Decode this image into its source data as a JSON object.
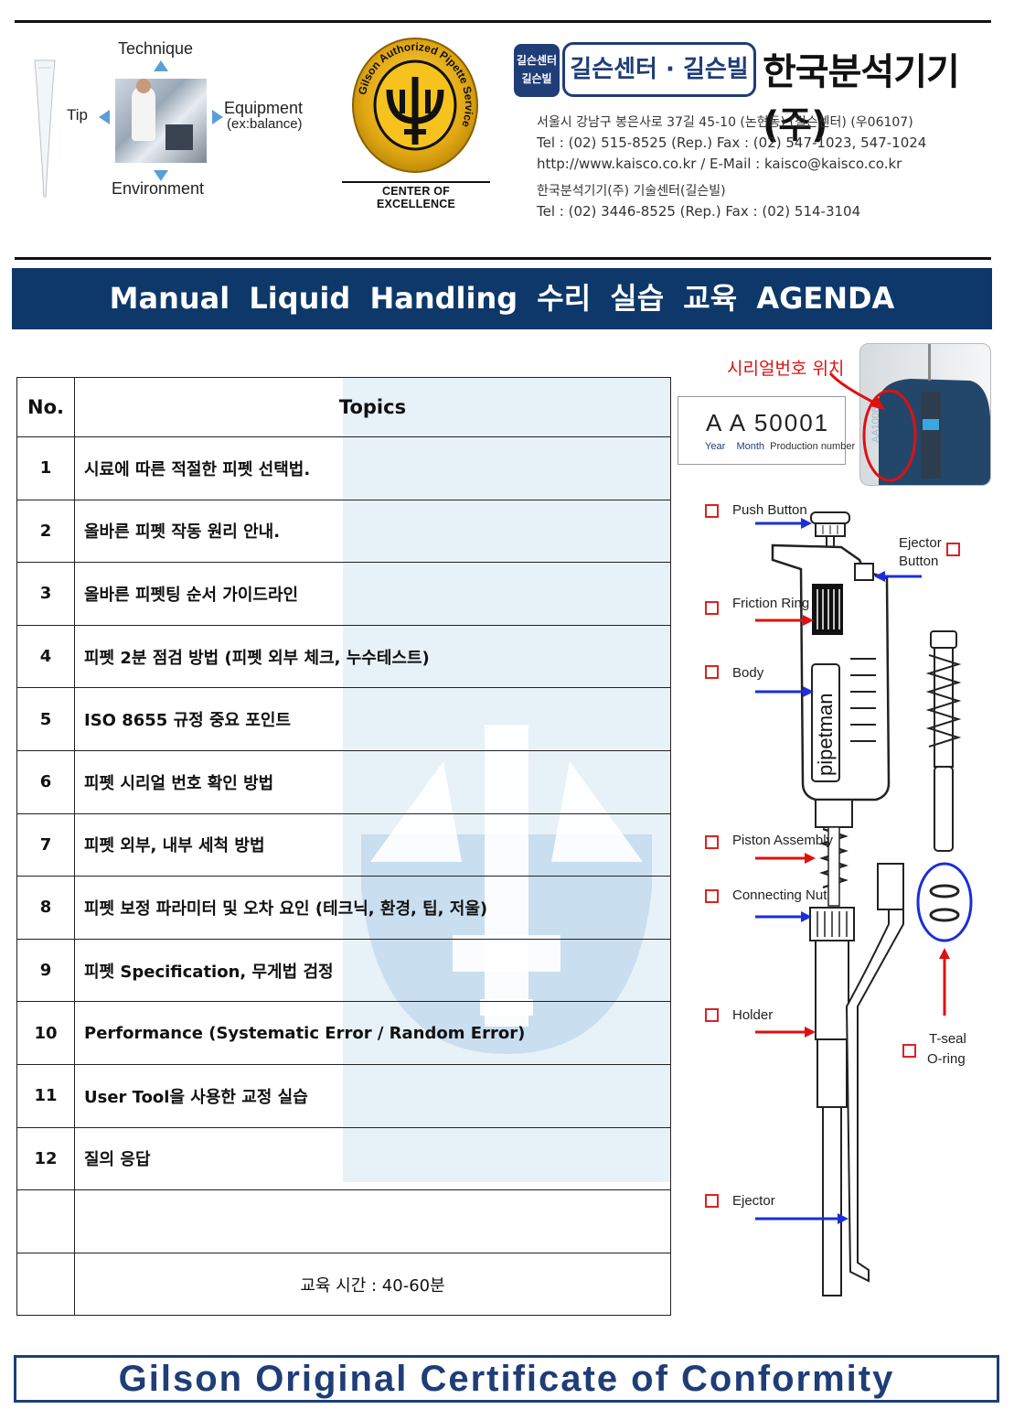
{
  "header": {
    "diagram": {
      "top": "Technique",
      "left": "Tip",
      "right_line1": "Equipment",
      "right_line2": "(ex:balance)",
      "bottom": "Environment"
    },
    "seal": {
      "caption": "CENTER OF EXCELLENCE",
      "ring_text": "Gilson Authorized Pipette Service"
    },
    "company": {
      "badge_line1": "길슨센터",
      "badge_line2": "길슨빌",
      "logo_text": "길슨센터 · 길슨빌",
      "name": "한국분석기기(주)",
      "address": "서울시 강남구 봉은사로 37길 45-10 (논현동) (길슨센터) (우06107)",
      "tel": "Tel  : (02) 515-8525 (Rep.)   Fax : (02) 547-1023, 547-1024",
      "web": "http://www.kaisco.co.kr  /  E-Mail : kaisco@kaisco.co.kr",
      "tech_center": "한국분석기기(주) 기술센터(길슨빌)",
      "tech_tel": "Tel : (02) 3446-8525 (Rep.)   Fax : (02) 514-3104"
    }
  },
  "banner": {
    "title": "Manual  Liquid  Handling  수리  실습  교육  AGENDA"
  },
  "table": {
    "header_no": "No.",
    "header_topics": "Topics",
    "rows": [
      {
        "no": "1",
        "topic": "시료에 따른 적절한 피펫 선택법."
      },
      {
        "no": "2",
        "topic": "올바른 피펫 작동 원리 안내."
      },
      {
        "no": "3",
        "topic": "올바른 피펫팅 순서 가이드라인"
      },
      {
        "no": "4",
        "topic": "피펫 2분 점검 방법 (피펫 외부 체크, 누수테스트)"
      },
      {
        "no": "5",
        "topic": "ISO 8655 규정 중요 포인트"
      },
      {
        "no": "6",
        "topic": "피펫 시리얼 번호 확인 방법"
      },
      {
        "no": "7",
        "topic": "피펫 외부, 내부 세척 방법"
      },
      {
        "no": "8",
        "topic": "피펫 보정 파라미터 및 오차 요인 (테크닉, 환경, 팁, 저울)"
      },
      {
        "no": "9",
        "topic": "피펫 Specification, 무게법 검정"
      },
      {
        "no": "10",
        "topic": "Performance (Systematic Error / Random Error)"
      },
      {
        "no": "11",
        "topic": "User Tool을 사용한 교정 실습"
      },
      {
        "no": "12",
        "topic": "질의 응답"
      }
    ],
    "note": "교육 시간 : 40-60분"
  },
  "serial": {
    "label": "시리얼번호 위치",
    "code": "A A 50001",
    "legend_year": "Year",
    "legend_month": "Month",
    "legend_production": "Production number",
    "engraving": "AA10069"
  },
  "parts": {
    "push_button": "Push Button",
    "ejector_button_1": "Ejector",
    "ejector_button_2": "Button",
    "friction_ring": "Friction Ring",
    "body": "Body",
    "brand": "pipetman",
    "piston_assembly": "Piston Assembly",
    "connecting_nut": "Connecting Nut",
    "holder": "Holder",
    "tseal_1": "T-seal",
    "tseal_2": "O-ring",
    "ejector": "Ejector"
  },
  "footer": {
    "title": "Gilson Original Certificate of Conformity"
  },
  "colors": {
    "banner": "#0d3869",
    "brand_blue": "#1f3d77",
    "accent_red": "#d11111",
    "arrow_blue": "#1a2fd8"
  }
}
